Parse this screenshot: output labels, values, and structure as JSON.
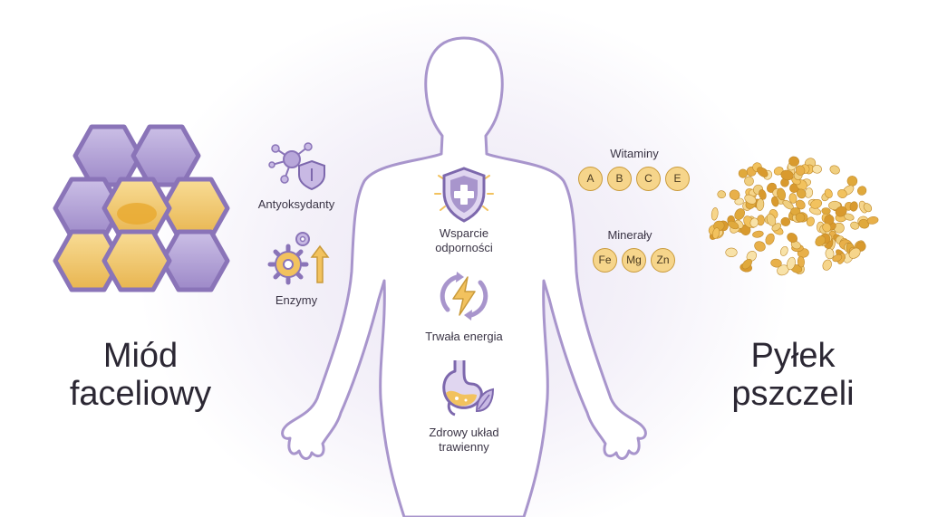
{
  "left_product": {
    "line1": "Miód",
    "line2": "faceliowy"
  },
  "right_product": {
    "line1": "Pyłek",
    "line2": "pszczeli"
  },
  "left_benefits": [
    {
      "label": "Antyoksydanty",
      "icon": "molecule-shield-icon"
    },
    {
      "label": "Enzymy",
      "icon": "gears-arrow-icon"
    }
  ],
  "center_benefits": [
    {
      "line1": "Wsparcie",
      "line2": "odporności",
      "icon": "shield-cross-icon"
    },
    {
      "line1": "Trwała energia",
      "icon": "lightning-cycle-icon"
    },
    {
      "line1": "Zdrowy układ",
      "line2": "trawienny",
      "icon": "stomach-leaf-icon"
    }
  ],
  "vitamins": {
    "label": "Witaminy",
    "items": [
      "A",
      "B",
      "C",
      "E"
    ]
  },
  "minerals": {
    "label": "Minerały",
    "items": [
      "Fe",
      "Mg",
      "Zn"
    ]
  },
  "colors": {
    "purple": "#9a86c4",
    "purple_light": "#c8b9e4",
    "gold": "#f2c25e",
    "gold_dark": "#c99a3a"
  }
}
